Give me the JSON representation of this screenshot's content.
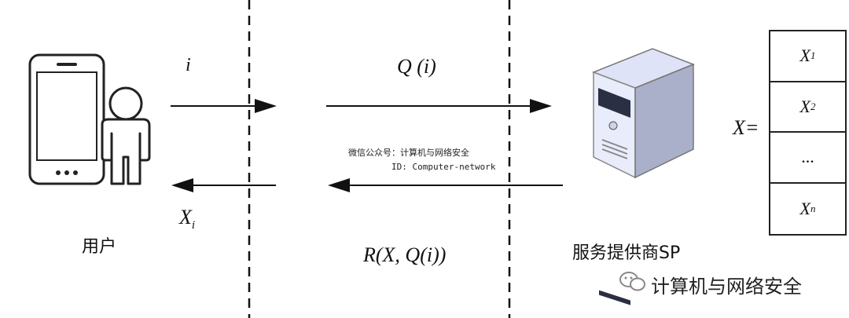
{
  "labels": {
    "i": "i",
    "query_text": "Q (i)",
    "x_i_main": "X",
    "x_i_sub": "i",
    "response_text": "R(X, Q(i))",
    "user": "用户",
    "service_provider": "服务提供商SP",
    "x_equals": "X="
  },
  "array_cells": [
    {
      "main": "X",
      "sub": "1"
    },
    {
      "main": "X",
      "sub": "2"
    },
    {
      "main": "...",
      "sub": ""
    },
    {
      "main": "X",
      "sub": "n"
    }
  ],
  "watermark": {
    "line1": "微信公众号：计算机与网络安全",
    "line2": "ID: Computer-network"
  },
  "footer_brand": "计算机与网络安全",
  "colors": {
    "line": "#111111",
    "server_body": "#eef0fb",
    "server_dark": "#2a2f44"
  }
}
